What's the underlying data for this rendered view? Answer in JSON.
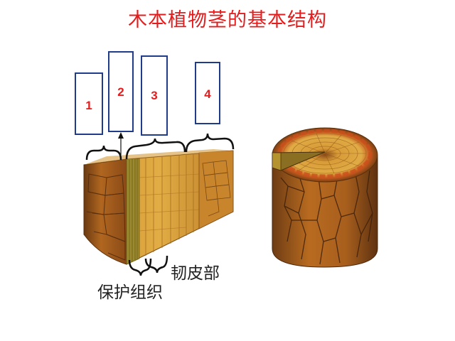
{
  "title": "木本植物茎的基本结构",
  "boxes": [
    {
      "number": "1"
    },
    {
      "number": "2"
    },
    {
      "number": "3"
    },
    {
      "number": "4"
    }
  ],
  "labels": {
    "phloem": "韧皮部",
    "protective_tissue": "保护组织"
  },
  "colors": {
    "title": "#e31d1d",
    "box_border": "#1f3b8a",
    "box_number": "#e31d1d",
    "bark": "#a8621e",
    "wood_ring": "#e0a93a",
    "cambium": "#c94f1c"
  }
}
